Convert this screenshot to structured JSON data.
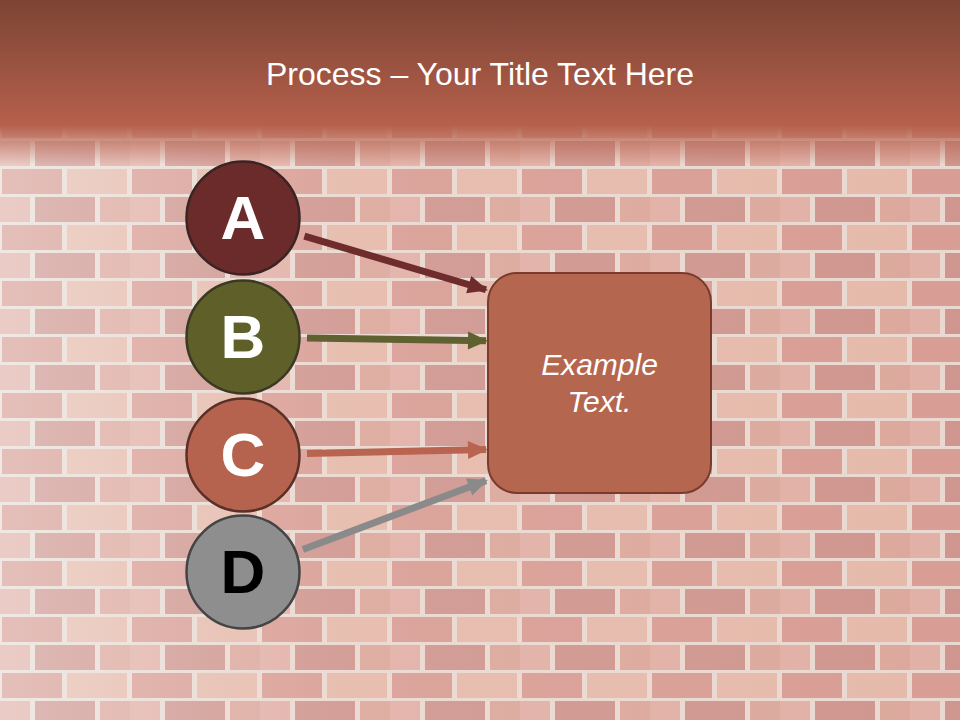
{
  "diagram": {
    "title": "Process – Your Title Text Here",
    "nodes": [
      {
        "text": [
          "A"
        ]
      },
      {
        "text": [
          "B"
        ]
      },
      {
        "text": [
          "C"
        ]
      },
      {
        "text": [
          "D"
        ]
      },
      {
        "text": [
          "Example Text."
        ]
      }
    ],
    "edges": [
      {
        "from": 0,
        "to": 4,
        "arrow": "to"
      },
      {
        "from": 1,
        "to": 4,
        "arrow": "to"
      },
      {
        "from": 2,
        "to": 4,
        "arrow": "to"
      },
      {
        "from": 3,
        "to": 4,
        "arrow": "to"
      }
    ]
  }
}
